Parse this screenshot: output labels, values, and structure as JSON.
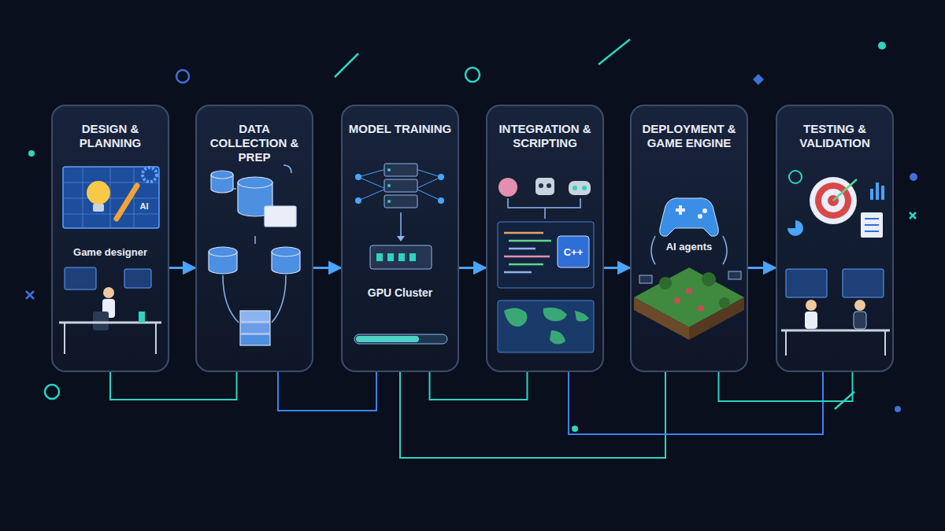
{
  "diagram": {
    "nodes": [
      {
        "text": [
          "DESIGN & PLANNING"
        ]
      },
      {
        "text": [
          "DATA COLLECTION & PREP"
        ]
      },
      {
        "text": [
          "MODEL TRAINING"
        ]
      },
      {
        "text": [
          "INTEGRATION & SCRIPTING"
        ]
      },
      {
        "text": [
          "DEPLOYMENT & GAME ENGINE"
        ]
      },
      {
        "text": [
          "TESTING & VALIDATION"
        ]
      }
    ],
    "edges": [
      {
        "from": 0,
        "to": 1,
        "arrow": "to"
      },
      {
        "from": 1,
        "to": 2,
        "arrow": "to"
      },
      {
        "from": 2,
        "to": 3,
        "arrow": "to"
      },
      {
        "from": 3,
        "to": 4,
        "arrow": "to"
      },
      {
        "from": 4,
        "to": 5,
        "arrow": "to"
      },
      {
        "from": 0,
        "to": 1,
        "arrow": "none"
      },
      {
        "from": 1,
        "to": 2,
        "arrow": "none"
      },
      {
        "from": 2,
        "to": 3,
        "arrow": "none"
      },
      {
        "from": 2,
        "to": 4,
        "arrow": "none"
      },
      {
        "from": 3,
        "to": 5,
        "arrow": "none"
      },
      {
        "from": 4,
        "to": 5,
        "arrow": "none"
      }
    ],
    "labels": [
      "AI",
      "Game designer",
      "GPU Cluster",
      "C++",
      "AI agents"
    ]
  }
}
